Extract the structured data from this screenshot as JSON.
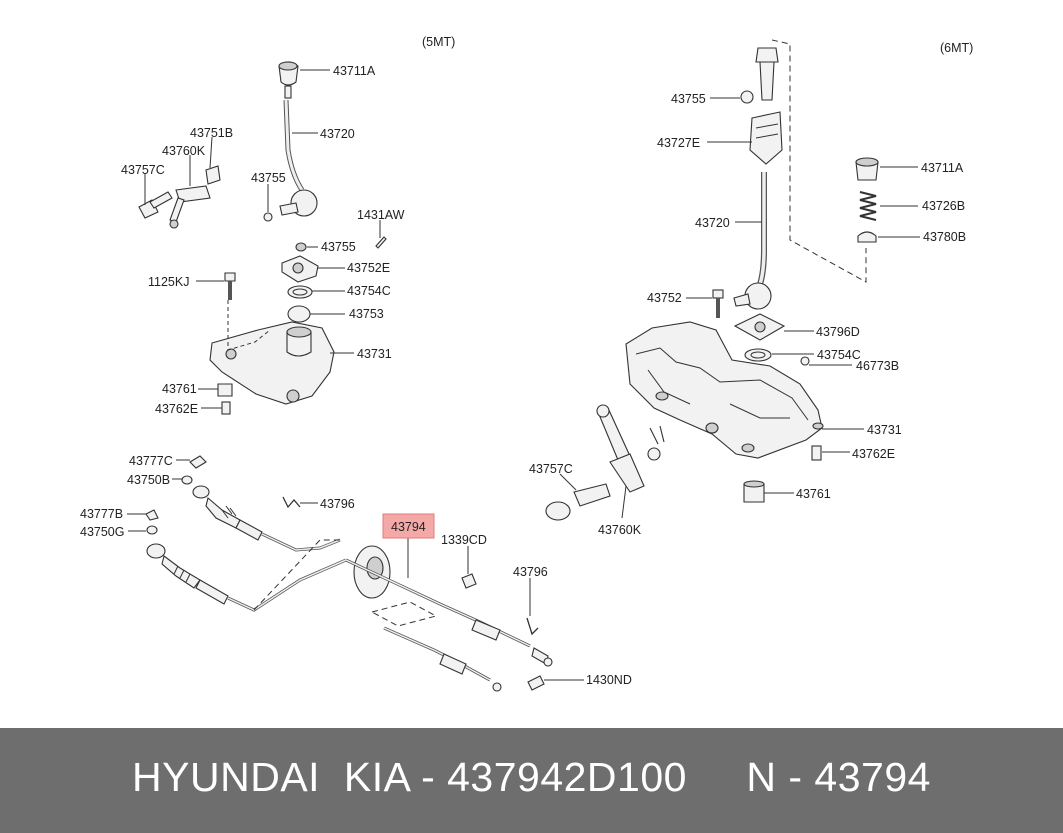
{
  "variants": {
    "left": "(5MT)",
    "right": "(6MT)"
  },
  "highlight": {
    "part": "43794",
    "color": "#f4a9a8"
  },
  "parts_5mt": [
    "43711A",
    "43720",
    "43751B",
    "43760K",
    "43757C",
    "43755",
    "1431AW",
    "43755",
    "43752E",
    "1125KJ",
    "43754C",
    "43753",
    "43731",
    "43761",
    "43762E"
  ],
  "parts_6mt": [
    "43755",
    "43727E",
    "43711A",
    "43726B",
    "43720",
    "43780B",
    "43752",
    "43796D",
    "43754C",
    "46773B",
    "43731",
    "43757C",
    "43762E",
    "43760K",
    "43761"
  ],
  "parts_cable": [
    "43777C",
    "43750B",
    "43796",
    "43777B",
    "43750G",
    "1339CD",
    "43796",
    "1430ND"
  ],
  "footer": {
    "text": "HYUNDAI  KIA - 437942D100     N - 43794",
    "background": "#6e6e6e",
    "color": "#ffffff"
  }
}
